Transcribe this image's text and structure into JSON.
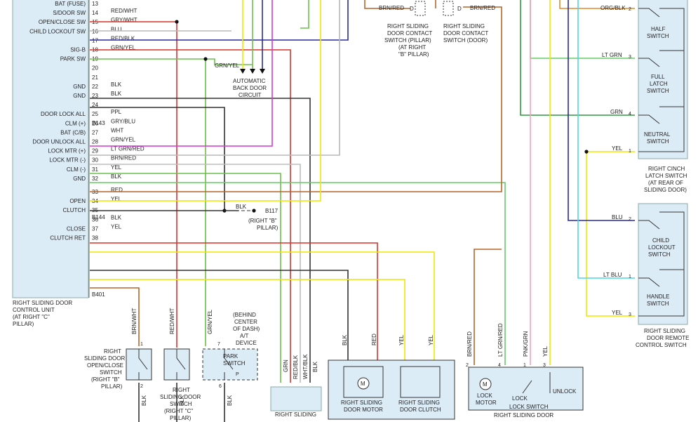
{
  "colors": {
    "brn_red": "#b5652a",
    "red": "#d9342b",
    "gry": "#b8b8b8",
    "blu": "#2a2a9e",
    "grn_yel": "#6cc04a",
    "blk": "#333333",
    "ppl": "#d43ad4",
    "wht": "#bdbdbd",
    "lt_grn": "#66cc66",
    "yel": "#f2e600",
    "lt_blu": "#4fd6e8",
    "org": "#e38b2a",
    "grn": "#2f9a3a",
    "pnk": "#f3a0c0",
    "box_fill": "#dcecf7"
  },
  "control_unit": {
    "label_lines": [
      "RIGHT SLIDING DOOR",
      "CONTROL UNIT",
      "(AT RIGHT \"C\"",
      "PILLAR)"
    ],
    "connectors": [
      "B143",
      "B144",
      "B401"
    ],
    "pins": [
      {
        "pin": "13",
        "name": "BAT (FUSE)",
        "wire": ""
      },
      {
        "pin": "14",
        "name": "S/DOOR SW",
        "wire": "RED/WHT"
      },
      {
        "pin": "15",
        "name": "OPEN/CLOSE SW",
        "wire": "GRY/WHT"
      },
      {
        "pin": "16",
        "name": "CHILD LOCKOUT SW",
        "wire": "BLU"
      },
      {
        "pin": "17",
        "name": "",
        "wire": "RED/BLK"
      },
      {
        "pin": "18",
        "name": "SIG-B",
        "wire": "GRN/YEL"
      },
      {
        "pin": "19",
        "name": "PARK SW",
        "wire": ""
      },
      {
        "pin": "20",
        "name": "",
        "wire": ""
      },
      {
        "pin": "21",
        "name": "",
        "wire": ""
      },
      {
        "pin": "22",
        "name": "GND",
        "wire": "BLK"
      },
      {
        "pin": "23",
        "name": "GND",
        "wire": "BLK"
      },
      {
        "pin": "24",
        "name": "",
        "wire": ""
      },
      {
        "pin": "25",
        "name": "DOOR LOCK ALL",
        "wire": "PPL"
      },
      {
        "pin": "26",
        "name": "CLM (+)",
        "wire": "GRY/BLU"
      },
      {
        "pin": "27",
        "name": "BAT (C/B)",
        "wire": "WHT"
      },
      {
        "pin": "28",
        "name": "DOOR UNLOCK ALL",
        "wire": "GRN/YEL"
      },
      {
        "pin": "29",
        "name": "LOCK MTR (+)",
        "wire": "LT GRN/RED"
      },
      {
        "pin": "30",
        "name": "LOCK MTR (-)",
        "wire": "BRN/RED"
      },
      {
        "pin": "31",
        "name": "CLM (-)",
        "wire": "YEL"
      },
      {
        "pin": "32",
        "name": "GND",
        "wire": "BLK"
      },
      {
        "pin": "33",
        "name": "",
        "wire": "RED"
      },
      {
        "pin": "34",
        "name": "OPEN",
        "wire": "YEL"
      },
      {
        "pin": "35",
        "name": "CLUTCH",
        "wire": ""
      },
      {
        "pin": "36",
        "name": "",
        "wire": "BLK"
      },
      {
        "pin": "37",
        "name": "CLOSE",
        "wire": "YEL"
      },
      {
        "pin": "38",
        "name": "CLUTCH RET",
        "wire": ""
      }
    ]
  },
  "labels": {
    "auto_back_door": [
      "AUTOMATIC",
      "BACK DOOR",
      "CIRCUIT"
    ],
    "grn_yel_tap": "GRN/YEL",
    "b117": "B117",
    "b117_loc": [
      "(RIGHT \"B\"",
      "PILLAR)"
    ],
    "blk": "BLK",
    "contact_pillar": [
      "RIGHT SLIDING",
      "DOOR CONTACT",
      "SWITCH (PILLAR)",
      "(AT RIGHT",
      "\"B\" PILLAR)"
    ],
    "contact_door": [
      "RIGHT SLIDING",
      "DOOR CONTACT",
      "SWITCH (DOOR)"
    ],
    "brn_red": "BRN/RED",
    "cinch": [
      "RIGHT CINCH",
      "LATCH SWITCH",
      "(AT REAR OF",
      "SLIDING DOOR)"
    ],
    "half": [
      "HALF",
      "SWITCH"
    ],
    "full": [
      "FULL",
      "LATCH",
      "SWITCH"
    ],
    "neutral": [
      "NEUTRAL",
      "SWITCH"
    ],
    "remote": [
      "RIGHT SLIDING",
      "DOOR REMOTE",
      "CONTROL SWITCH"
    ],
    "child_lockout": [
      "CHILD",
      "LOCKOUT",
      "SWITCH"
    ],
    "handle": [
      "HANDLE",
      "SWITCH"
    ],
    "open_close_sw": [
      "RIGHT",
      "SLIDING DOOR",
      "OPEN/CLOSE",
      "SWITCH",
      "(RIGHT \"B\"",
      "PILLAR)"
    ],
    "door_sw_c": [
      "RIGHT",
      "SLIDING DOOR",
      "SWITCH",
      "(RIGHT \"C\"",
      "PILLAR)"
    ],
    "at_device": [
      "(BEHIND",
      "CENTER",
      "OF DASH)",
      "A/T",
      "DEVICE"
    ],
    "park_switch": [
      "PARK",
      "SWITCH"
    ],
    "sliding_box": "RIGHT SLIDING",
    "door_motor": [
      "RIGHT SLIDING",
      "DOOR MOTOR"
    ],
    "door_clutch": [
      "RIGHT SLIDING",
      "DOOR CLUTCH"
    ],
    "lock_motor": [
      "LOCK",
      "MOTOR"
    ],
    "lock_switch": "LOCK SWITCH",
    "lock": "LOCK",
    "unlock": "UNLOCK",
    "lock_actuator": "RIGHT SLIDING DOOR"
  },
  "wire_labels": {
    "org_blk": "ORG/BLK",
    "lt_grn": "LT GRN",
    "grn": "GRN",
    "yel": "YEL",
    "blu": "BLU",
    "lt_blu": "LT BLU",
    "red": "RED",
    "brn_wht": "BRN/WHT",
    "red_wht": "RED/WHT",
    "grn_yel": "GRN/YEL",
    "red_blk": "RED/BLK",
    "wht_blk": "WHT/BLK",
    "lt_grn_red": "LT GRN/RED",
    "pnk_grn": "PNK/GRN"
  },
  "pin_numbers": {
    "p1": "1",
    "p2": "2",
    "p3": "3",
    "p4": "4",
    "p6": "6",
    "p7": "7",
    "pD": "D",
    "pP": "P",
    "M": "M"
  }
}
